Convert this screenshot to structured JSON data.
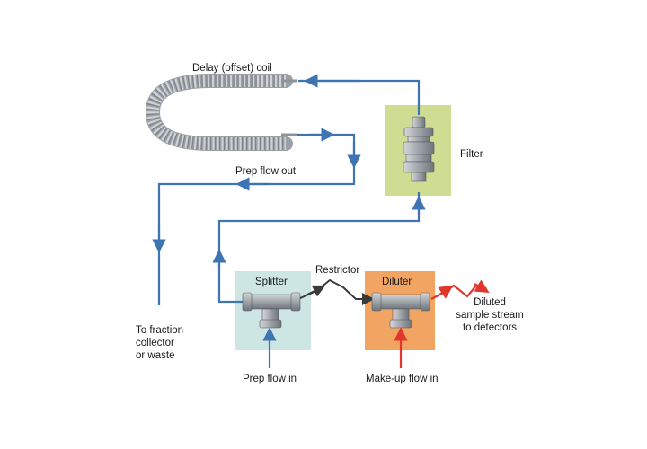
{
  "colors": {
    "flow_blue": "#3f74b3",
    "makeup_red": "#e0362c",
    "restrictor_dark": "#3a3a3a",
    "splitter_bg": "#cde6e3",
    "diluter_bg": "#f2a463",
    "filter_bg": "#cedd92",
    "fitting_metal": "#a9adb1"
  },
  "labels": {
    "coil": "Delay (offset) coil",
    "filter": "Filter",
    "prep_out": "Prep flow out",
    "restrictor": "Restrictor",
    "splitter": "Splitter",
    "diluter": "Diluter",
    "fraction": [
      "To fraction",
      "collector",
      "or waste"
    ],
    "diluted": [
      "Diluted",
      "sample stream",
      "to detectors"
    ],
    "prep_in": "Prep flow in",
    "makeup_in": "Make-up flow in"
  },
  "icons": {
    "coil": "coil-icon",
    "filter": "filter-fitting-icon",
    "splitter": "tee-fitting-icon",
    "diluter": "tee-fitting-icon"
  }
}
